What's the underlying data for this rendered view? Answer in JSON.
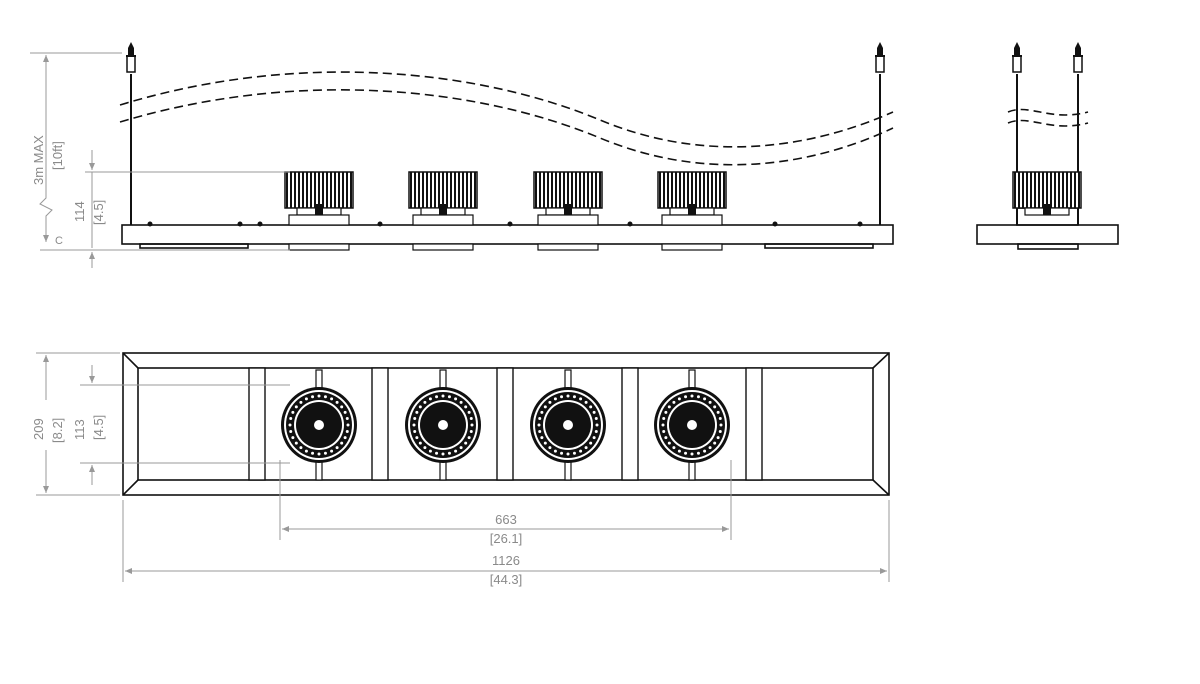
{
  "drawing": {
    "front_view": {
      "suspension_label": "3m MAX",
      "suspension_label_imperial": "[10ft]",
      "height_label": "114",
      "height_label_imperial": "[4.5]",
      "marker_c": "C",
      "module_count": 4
    },
    "top_view": {
      "depth_label": "209",
      "depth_label_imperial": "[8.2]",
      "module_size_label": "113",
      "module_size_label_imperial": "[4.5]",
      "module_span_label": "663",
      "module_span_label_imperial": "[26.1]",
      "length_label": "1126",
      "length_label_imperial": "[44.3]"
    },
    "colors": {
      "line": "#111111",
      "dimension": "#8a8a8a"
    }
  }
}
